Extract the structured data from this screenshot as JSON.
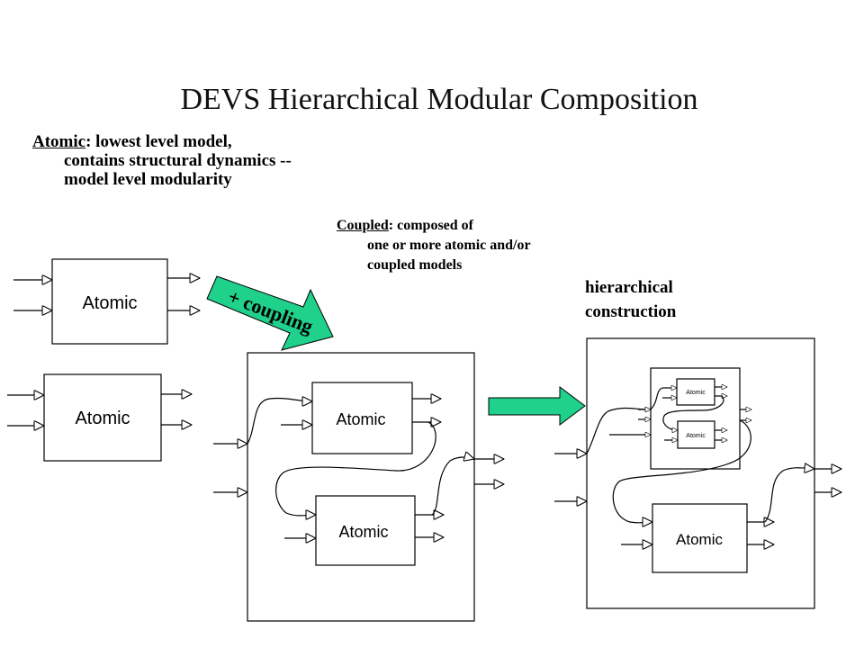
{
  "slide": {
    "title": "DEVS Hierarchical Modular Composition",
    "atomic_desc": {
      "term": "Atomic",
      "first_line_rest": ": lowest level model,",
      "continuation": "contains structural dynamics -- model level modularity"
    },
    "coupled_desc": {
      "term": "Coupled",
      "first_line_rest": ": composed of",
      "continuation": "one or more atomic and/or coupled models"
    },
    "hierarchical_label": "hierarchical construction",
    "coupling_arrow_label": "+ coupling"
  },
  "diagram": {
    "atomic_label": "Atomic",
    "arrow_color": "#1fd18b"
  }
}
